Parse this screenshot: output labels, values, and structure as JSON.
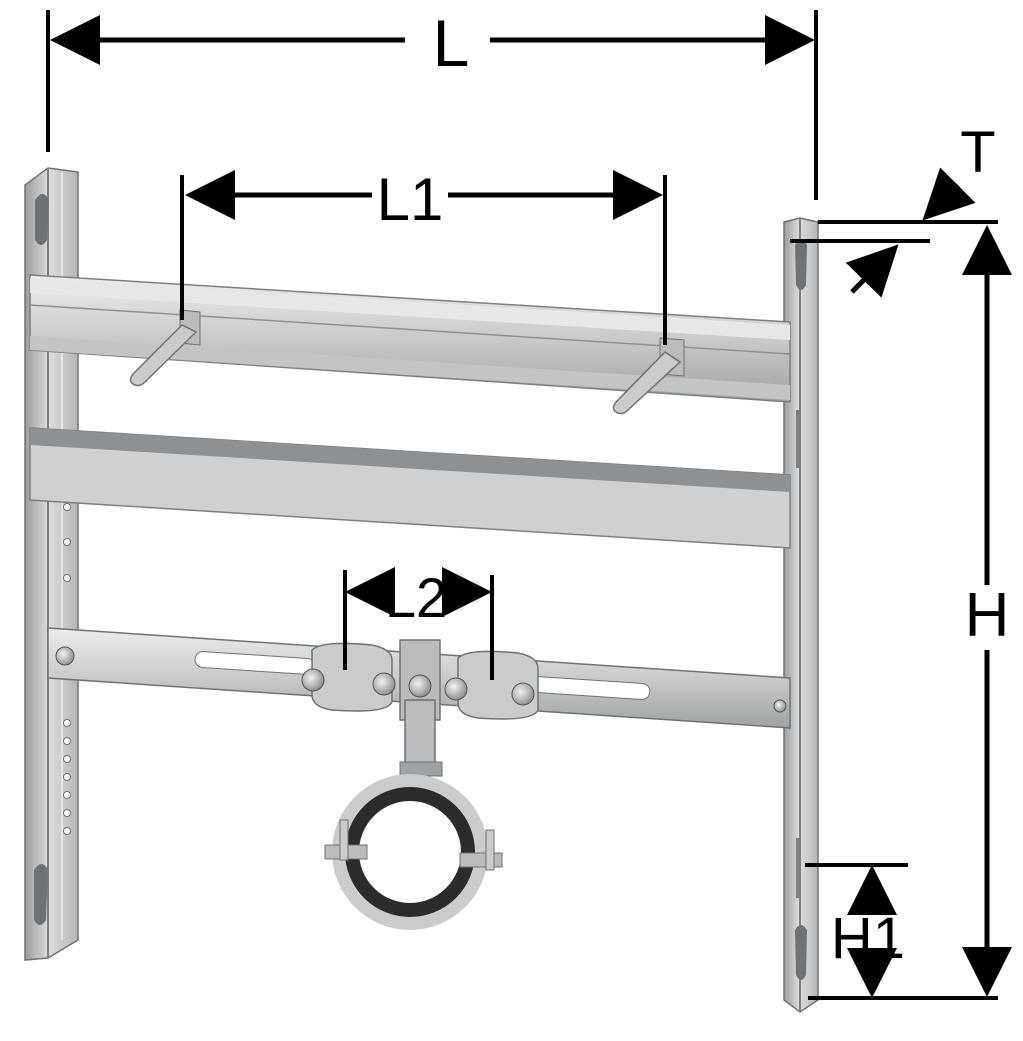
{
  "labels": {
    "L": "L",
    "L1": "L1",
    "L2": "L2",
    "T": "T",
    "H": "H",
    "H1": "H1"
  },
  "colors": {
    "steel_light": "#d9dadb",
    "steel_mid": "#b9bbbd",
    "steel_dark": "#8e9193",
    "clamp_rubber": "#2b2b2b",
    "dimension_lines": "#000000"
  }
}
